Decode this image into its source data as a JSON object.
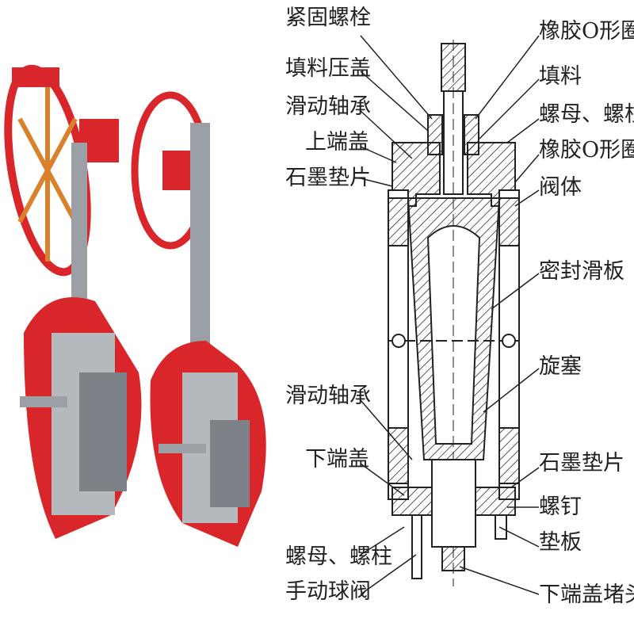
{
  "labels_left": [
    "紧固螺栓",
    "填料压盖",
    "滑动轴承",
    "上端盖",
    "石墨垫片",
    "滑动轴承",
    "下端盖",
    "螺母、螺柱",
    "手动球阀"
  ],
  "labels_right": [
    "橡胶O形圈",
    "填料",
    "螺母、螺柱",
    "橡胶O形圈",
    "阀体",
    "密封滑板",
    "旋塞",
    "石墨垫片",
    "螺钉",
    "垫板",
    "下端盖堵头"
  ],
  "colors": {
    "valve_red": "#d8262a",
    "handwheel_orange": "#d9822b",
    "metal_gray": "#9aa0a6",
    "line": "#222222"
  }
}
